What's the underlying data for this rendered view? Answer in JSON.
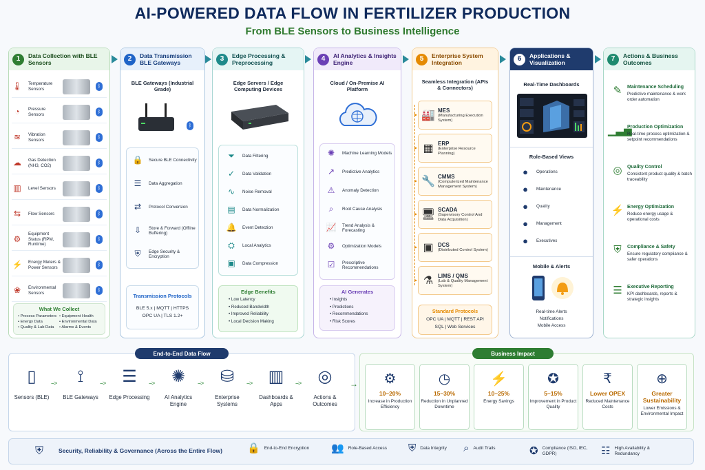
{
  "header": {
    "title": "AI-POWERED DATA FLOW IN FERTILIZER PRODUCTION",
    "subtitle": "From BLE Sensors to Business Intelligence"
  },
  "col1": {
    "num": "1",
    "title": "Data Collection with BLE Sensors",
    "color": "#2e7d32",
    "bg": "#e8f5e9",
    "sensors": [
      {
        "label": "Temperature Sensors"
      },
      {
        "label": "Pressure Sensors"
      },
      {
        "label": "Vibration Sensors"
      },
      {
        "label": "Gas Detection (NH3, CO2)"
      },
      {
        "label": "Level Sensors"
      },
      {
        "label": "Flow Sensors"
      },
      {
        "label": "Equipment Status (RPM, Runtime)"
      },
      {
        "label": "Energy Meters & Power Sensors"
      },
      {
        "label": "Environmental Sensors"
      }
    ],
    "collect_title": "What We Collect",
    "collect_items": [
      "• Process Parameters",
      "• Equipment Health",
      "• Energy Data",
      "• Environmental Data",
      "• Quality & Lab Data",
      "• Alarms & Events"
    ]
  },
  "col2": {
    "num": "2",
    "title": "Data Transmission BLE Gateways",
    "color": "#1e63c7",
    "bg": "#e7f0fb",
    "sub": "BLE Gateways (Industrial Grade)",
    "items": [
      "Secure BLE Connectivity",
      "Data Aggregation",
      "Protocol Conversion",
      "Store & Forward (Offline Buffering)",
      "Edge Security & Encryption"
    ],
    "proto_title": "Transmission Protocols",
    "protocols": [
      "BLE 5.x | MQTT | HTTPS",
      "OPC UA | TLS 1.2+"
    ]
  },
  "col3": {
    "num": "3",
    "title": "Edge Processing & Preprocessing",
    "color": "#1e8a8a",
    "bg": "#e5f5f4",
    "sub": "Edge Servers / Edge Computing Devices",
    "items": [
      "Data Filtering",
      "Data Validation",
      "Noise Removal",
      "Data Normalization",
      "Event Detection",
      "Local Analytics",
      "Data Compression"
    ],
    "benefit_title": "Edge Benefits",
    "benefits": [
      "• Low Latency",
      "• Reduced Bandwidth",
      "• Improved Reliability",
      "• Local Decision Making"
    ]
  },
  "col4": {
    "num": "4",
    "title": "AI Analytics & Insights Engine",
    "color": "#6a3fb5",
    "bg": "#f0eafa",
    "sub": "Cloud / On-Premise AI Platform",
    "items": [
      "Machine Learning Models",
      "Predictive Analytics",
      "Anomaly Detection",
      "Root Cause Analysis",
      "Trend Analysis & Forecasting",
      "Optimization Models",
      "Prescriptive Recommendations"
    ],
    "gen_title": "AI Generates",
    "gen": [
      "• Insights",
      "• Predictions",
      "• Recommendations",
      "• Risk Scores"
    ]
  },
  "col5": {
    "num": "5",
    "title": "Enterprise System Integration",
    "color": "#e58a00",
    "bg": "#fff3e0",
    "sub": "Seamless Integration (APIs & Connectors)",
    "systems": [
      {
        "name": "MES",
        "desc": "(Manufacturing Execution System)",
        "icon": "factory-icon"
      },
      {
        "name": "ERP",
        "desc": "(Enterprise Resource Planning)",
        "icon": "chart-icon"
      },
      {
        "name": "CMMS",
        "desc": "(Computerized Maintenance Management System)",
        "icon": "wrench-icon"
      },
      {
        "name": "SCADA",
        "desc": "(Supervisory Control And Data Acquisition)",
        "icon": "monitor-icon"
      },
      {
        "name": "DCS",
        "desc": "(Distributed Control System)",
        "icon": "dcs-icon"
      },
      {
        "name": "LIMS / QMS",
        "desc": "(Lab & Quality Management System)",
        "icon": "flask-icon"
      }
    ],
    "proto_title": "Standard Protocols",
    "protocols": [
      "OPC UA | MQTT | REST API",
      "SQL | Web Services"
    ]
  },
  "col6": {
    "num": "6",
    "title": "Applications & Visualization",
    "color": "#1f3b6d",
    "bg": "#1f3b6d",
    "dash_title": "Real-Time Dashboards",
    "views_title": "Role-Based Views",
    "views": [
      "Operations",
      "Maintenance",
      "Quality",
      "Management",
      "Executives"
    ],
    "mobile_title": "Mobile & Alerts",
    "mobile_items": [
      "Real-time Alerts",
      "Notifications",
      "Mobile Access"
    ]
  },
  "col7": {
    "num": "7",
    "title": "Actions & Business Outcomes",
    "color": "#1e8a6e",
    "bg": "#e5f5f0",
    "items": [
      {
        "title": "Maintenance Scheduling",
        "desc": "Predictive maintenance & work order automation"
      },
      {
        "title": "Production Optimization",
        "desc": "Real-time process optimization & setpoint recommendations"
      },
      {
        "title": "Quality Control",
        "desc": "Consistent product quality & batch traceability"
      },
      {
        "title": "Energy Optimization",
        "desc": "Reduce energy usage & operational costs"
      },
      {
        "title": "Compliance & Safety",
        "desc": "Ensure regulatory compliance & safer operations"
      },
      {
        "title": "Executive Reporting",
        "desc": "KPI dashboards, reports & strategic insights"
      }
    ]
  },
  "flow": {
    "title": "End-to-End Data Flow",
    "items": [
      "Sensors (BLE)",
      "BLE Gateways",
      "Edge Processing",
      "AI Analytics Engine",
      "Enterprise Systems",
      "Dashboards & Apps",
      "Actions & Outcomes"
    ]
  },
  "impact": {
    "title": "Business Impact",
    "items": [
      {
        "value": "10–20%",
        "desc": "Increase in Production Efficiency"
      },
      {
        "value": "15–30%",
        "desc": "Reduction in Unplanned Downtime"
      },
      {
        "value": "10–25%",
        "desc": "Energy Savings"
      },
      {
        "value": "5–15%",
        "desc": "Improvement in Product Quality"
      },
      {
        "value": "Lower OPEX",
        "desc": "Reduced Maintenance Costs"
      },
      {
        "value": "Greater Sustainability",
        "desc": "Lower Emissions & Environmental Impact"
      }
    ]
  },
  "footer": {
    "title": "Security, Reliability & Governance (Across the Entire Flow)",
    "items": [
      "End-to-End Encryption",
      "Role-Based Access",
      "Data Integrity",
      "Audit Trails",
      "Compliance (ISO, IEC, GDPR)",
      "High Availability & Redundancy"
    ]
  }
}
